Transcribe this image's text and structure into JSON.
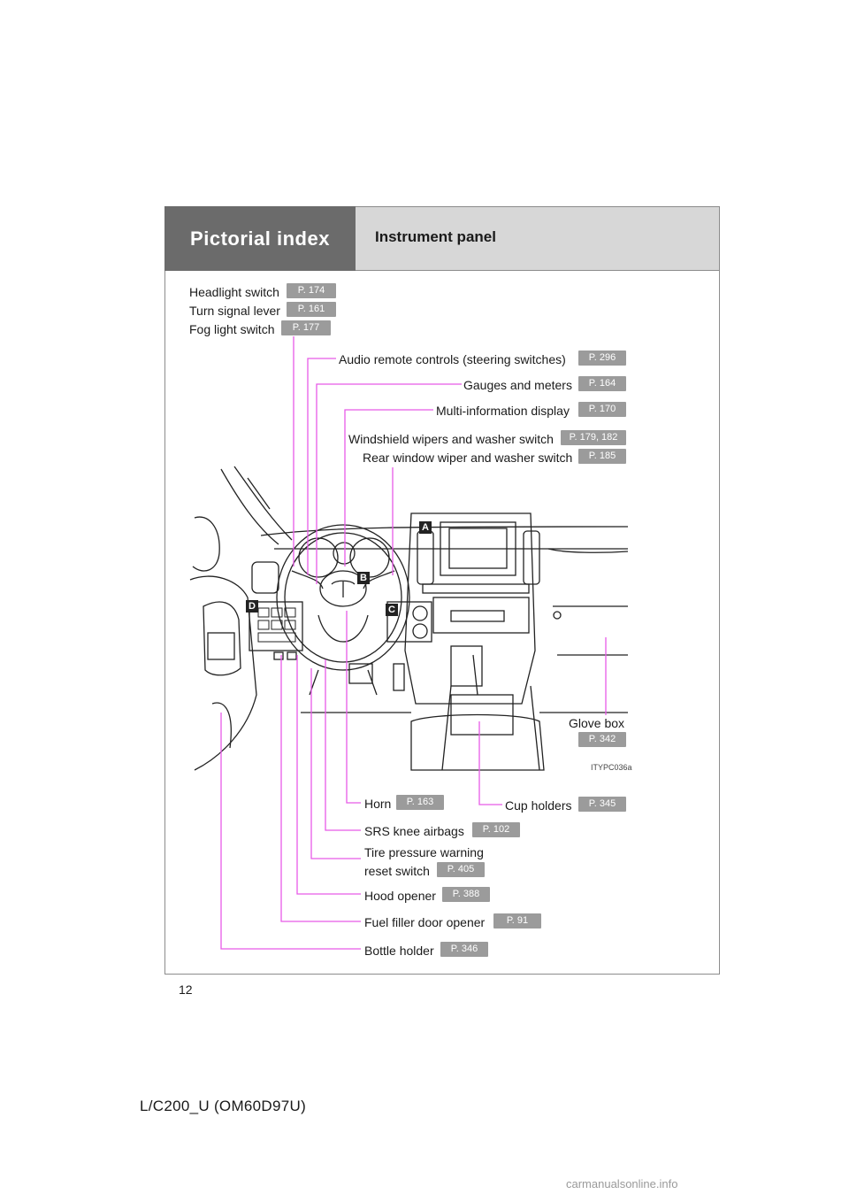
{
  "header": {
    "section": "Pictorial index",
    "title": "Instrument panel"
  },
  "labels": {
    "headlight": {
      "text": "Headlight switch",
      "page": "P. 174"
    },
    "turn_signal": {
      "text": "Turn signal lever",
      "page": "P. 161"
    },
    "fog_light": {
      "text": "Fog light switch",
      "page": "P. 177"
    },
    "audio_remote": {
      "text": "Audio remote controls (steering switches)",
      "page": "P. 296"
    },
    "gauges": {
      "text": "Gauges and meters",
      "page": "P. 164"
    },
    "multi_info": {
      "text": "Multi-information display",
      "page": "P. 170"
    },
    "wipers": {
      "text": "Windshield wipers and washer switch",
      "page": "P. 179, 182"
    },
    "rear_wiper": {
      "text": "Rear window wiper and washer switch",
      "page": "P. 185"
    },
    "glove_box": {
      "text": "Glove box",
      "page": "P. 342"
    },
    "horn": {
      "text": "Horn",
      "page": "P. 163"
    },
    "cup_holders": {
      "text": "Cup holders",
      "page": "P. 345"
    },
    "knee_airbags": {
      "text": "SRS knee airbags",
      "page": "P. 102"
    },
    "tire_pressure": {
      "line1": "Tire pressure warning",
      "line2": "reset switch",
      "page": "P. 405"
    },
    "hood_opener": {
      "text": "Hood opener",
      "page": "P. 388"
    },
    "fuel_door": {
      "text": "Fuel filler door opener",
      "page": "P. 91"
    },
    "bottle_holder": {
      "text": "Bottle holder",
      "page": "P. 346"
    }
  },
  "markers": {
    "a": "A",
    "b": "B",
    "c": "C",
    "d": "D"
  },
  "image_code": "ITYPC036a",
  "footer": {
    "page_number": "12",
    "doc_code": "L/C200_U (OM60D97U)"
  },
  "watermark": "carmanualsonline.info",
  "colors": {
    "leader": "#e85be8",
    "badge": "#9b9b9b",
    "header_dark": "#6b6b6b",
    "header_light": "#d7d7d7"
  }
}
